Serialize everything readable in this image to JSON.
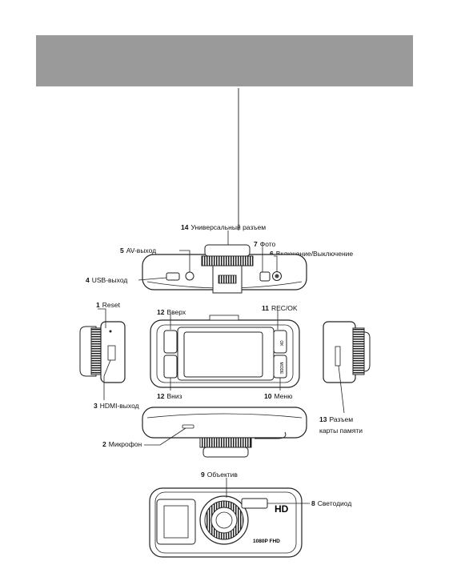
{
  "header": {
    "title": ""
  },
  "callouts": [
    {
      "id": "c14",
      "num": "14",
      "text": "Универсальный разъем"
    },
    {
      "id": "c5",
      "num": "5",
      "text": "AV-выход"
    },
    {
      "id": "c7",
      "num": "7",
      "text": "Фото"
    },
    {
      "id": "c6",
      "num": "6",
      "text": "Включение/Выключение"
    },
    {
      "id": "c4",
      "num": "4",
      "text": "USB-выход"
    },
    {
      "id": "c1",
      "num": "1",
      "text": "Reset"
    },
    {
      "id": "c12a",
      "num": "12",
      "text": "Вверх"
    },
    {
      "id": "c11",
      "num": "11",
      "text": "REC/OK"
    },
    {
      "id": "c12b",
      "num": "12",
      "text": "Вниз"
    },
    {
      "id": "c10",
      "num": "10",
      "text": "Меню"
    },
    {
      "id": "c3",
      "num": "3",
      "text": "HDMI-выход"
    },
    {
      "id": "c13",
      "num": "13",
      "text": "Разъем"
    },
    {
      "id": "c13b",
      "num": "",
      "text": "карты памяти"
    },
    {
      "id": "c2",
      "num": "2",
      "text": "Микрофон"
    },
    {
      "id": "c9",
      "num": "9",
      "text": "Объектив"
    },
    {
      "id": "c8",
      "num": "8",
      "text": "Светодиод"
    }
  ],
  "device": {
    "badge_hd": "HD",
    "badge_fhd": "1080P FHD",
    "btn_mode": "MODE",
    "btn_ok": "OK"
  }
}
